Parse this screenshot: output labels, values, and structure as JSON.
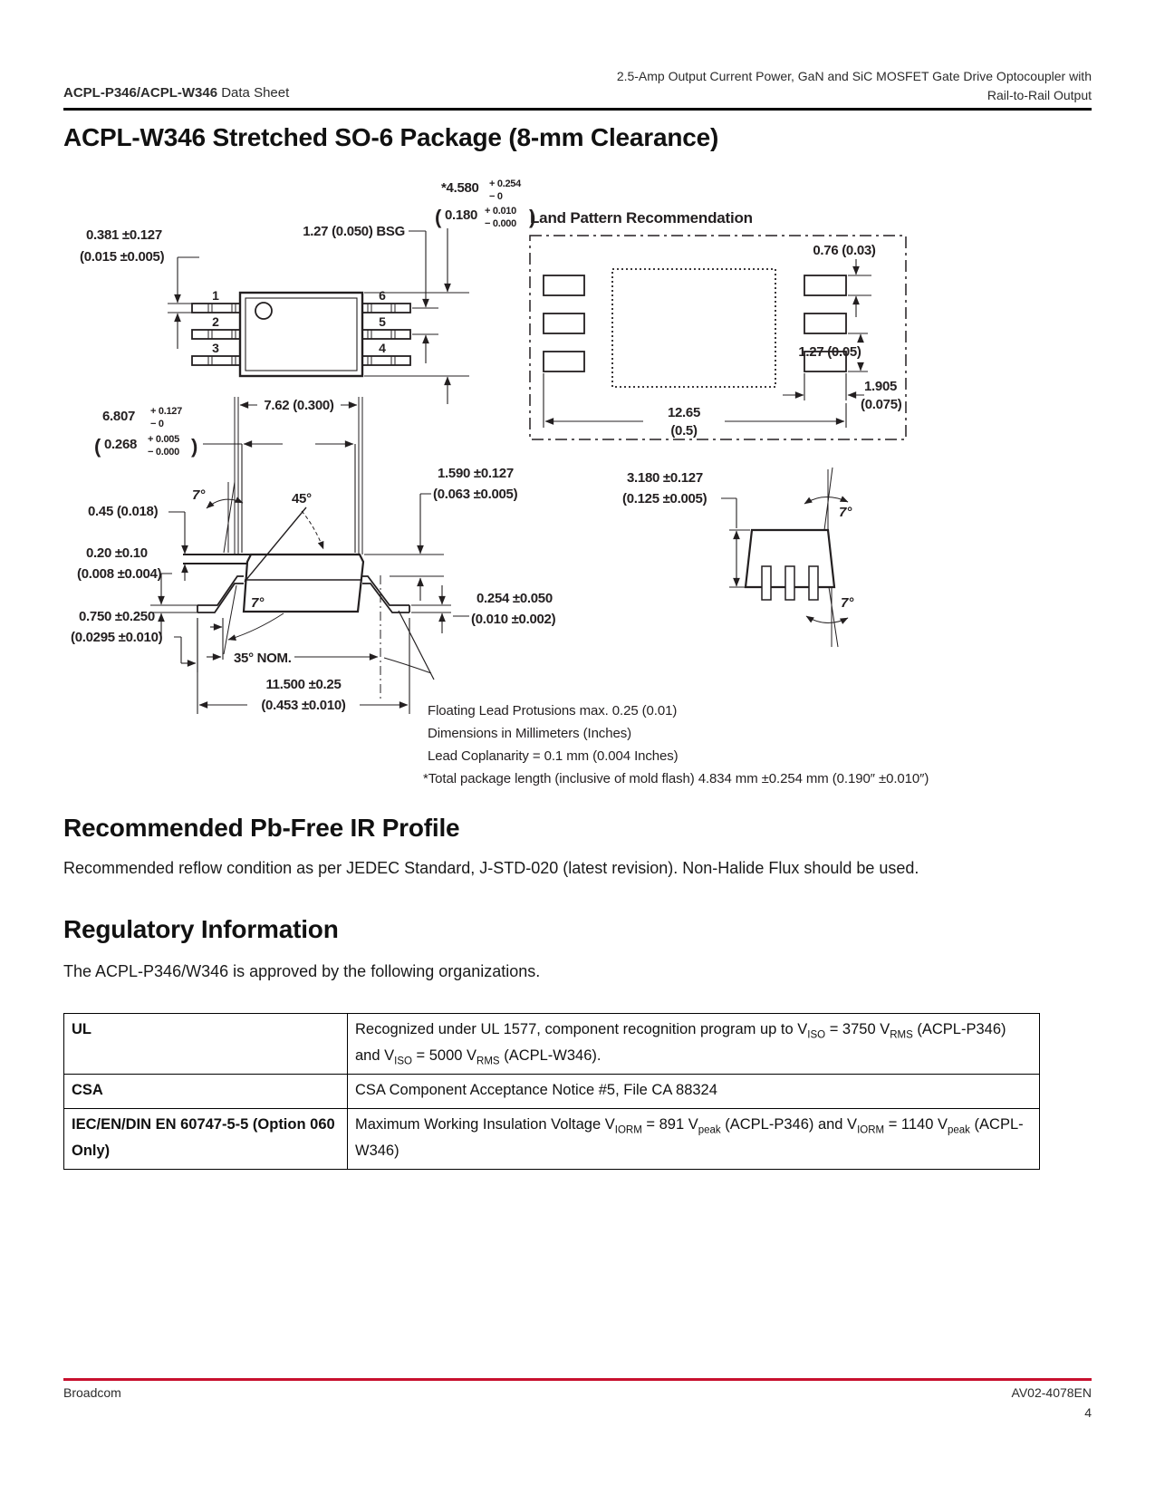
{
  "header": {
    "product": "ACPL-P346/ACPL-W346",
    "doc_type": " Data Sheet",
    "desc_line1": "2.5-Amp Output Current Power, GaN and SiC MOSFET Gate Drive Optocoupler with",
    "desc_line2": "Rail-to-Rail Output"
  },
  "page_title": "ACPL-W346 Stretched SO-6 Package (8-mm Clearance)",
  "drawing": {
    "land_pattern_title": "Land Pattern Recommendation",
    "pins": [
      "1",
      "2",
      "3",
      "6",
      "5",
      "4"
    ],
    "dims": {
      "tv_pin_thk_mm": "0.381 ±0.127",
      "tv_pin_thk_in": "(0.015 ±0.005)",
      "tv_pitch": "1.27 (0.050) BSG",
      "tv_len_mm": "*4.580",
      "tv_len_mm_p": "+ 0.254",
      "tv_len_mm_m": "− 0",
      "tv_len_in_o": "(",
      "tv_len_in": "0.180",
      "tv_len_in_p": "+ 0.010",
      "tv_len_in_m": "− 0.000",
      "tv_len_in_c": ")",
      "lp_pad_h": "0.76 (0.03)",
      "lp_pitch": "1.27 (0.05)",
      "lp_pad_w": "1.905",
      "lp_pad_w_in": "(0.075)",
      "lp_span": "12.65",
      "lp_span_in": "(0.5)",
      "sv_body_mm": "6.807",
      "sv_body_mm_p": "+ 0.127",
      "sv_body_mm_m": "− 0",
      "sv_body_in_o": "(",
      "sv_body_in": "0.268",
      "sv_body_in_p": "+ 0.005",
      "sv_body_in_m": "− 0.000",
      "sv_body_in_c": ")",
      "sv_span": "7.62 (0.300)",
      "sv_tilt_top": "7°",
      "sv_chamfer": "45°",
      "sv_standoff": "0.45 (0.018)",
      "sv_leadthk_mm": "0.20 ±0.10",
      "sv_leadthk_in": "(0.008 ±0.004)",
      "sv_foot_mm": "0.750 ±0.250",
      "sv_foot_in": "(0.0295 ±0.010)",
      "sv_tilt_bot": "7°",
      "sv_bend": "35° NOM.",
      "sv_total_mm": "11.500 ±0.25",
      "sv_total_in": "(0.453 ±0.010)",
      "sv_ledge_mm": "1.590 ±0.127",
      "sv_ledge_in": "(0.063 ±0.005)",
      "sv_footthk_mm": "0.254 ±0.050",
      "sv_footthk_in": "(0.010 ±0.002)",
      "ev_height_mm": "3.180 ±0.127",
      "ev_height_in": "(0.125 ±0.005)",
      "ev_tilt_top": "7°",
      "ev_tilt_bot": "7°"
    },
    "notes": [
      "Floating Lead Protusions max. 0.25 (0.01)",
      "Dimensions in Millimeters (Inches)",
      "Lead Coplanarity = 0.1 mm (0.004 Inches)",
      "*Total package length (inclusive of mold flash) 4.834 mm ±0.254 mm (0.190″ ±0.010″)"
    ]
  },
  "sections": {
    "ir_profile": {
      "title": "Recommended Pb-Free IR Profile",
      "body": "Recommended reflow condition as per JEDEC Standard, J-STD-020 (latest revision). Non-Halide Flux should be used."
    },
    "regulatory": {
      "title": "Regulatory Information",
      "intro": "The ACPL-P346/W346 is approved by the following organizations.",
      "rows": [
        {
          "org": "UL",
          "parts": [
            {
              "t": "Recognized under UL 1577, component recognition program up to V"
            },
            {
              "sub": "ISO"
            },
            {
              "t": " = 3750 V"
            },
            {
              "sub": "RMS"
            },
            {
              "t": " (ACPL-P346) and V"
            },
            {
              "sub": "ISO"
            },
            {
              "t": " = 5000 V"
            },
            {
              "sub": "RMS"
            },
            {
              "t": " (ACPL-W346)."
            }
          ]
        },
        {
          "org": "CSA",
          "parts": [
            {
              "t": "CSA Component Acceptance Notice #5, File CA 88324"
            }
          ]
        },
        {
          "org": "IEC/EN/DIN EN 60747-5-5 (Option 060 Only)",
          "parts": [
            {
              "t": "Maximum Working Insulation Voltage V"
            },
            {
              "sub": "IORM"
            },
            {
              "t": " = 891 V"
            },
            {
              "sub": "peak"
            },
            {
              "t": " (ACPL-P346) and V"
            },
            {
              "sub": "IORM"
            },
            {
              "t": " = 1140 V"
            },
            {
              "sub": "peak"
            },
            {
              "t": " (ACPL-W346)"
            }
          ]
        }
      ]
    }
  },
  "footer": {
    "company": "Broadcom",
    "doc_number": "AV02-4078EN",
    "page_number": "4",
    "rule_color": "#C8102E"
  }
}
